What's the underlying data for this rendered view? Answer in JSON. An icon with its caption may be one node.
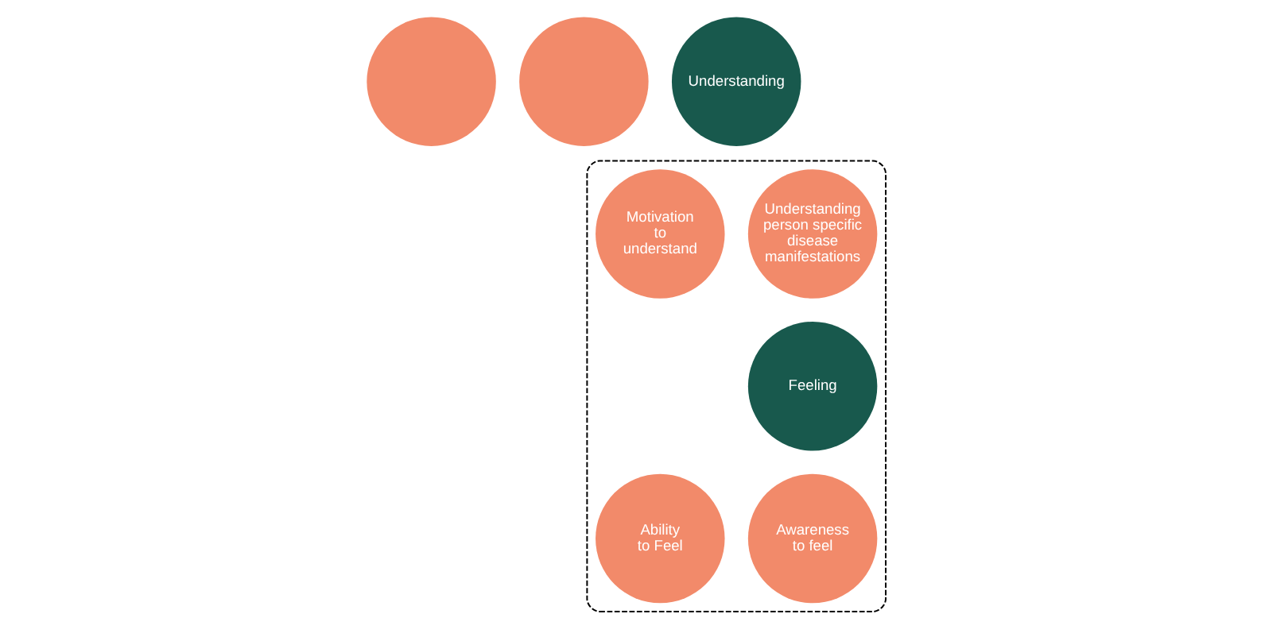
{
  "diagram": {
    "nodes": [
      {
        "text": [],
        "shape": "circle"
      },
      {
        "text": [],
        "shape": "circle"
      },
      {
        "text": [
          "Understanding"
        ]
      },
      {
        "text": [],
        "shape": "box"
      },
      {
        "text": [
          "Understanding person specific disease manifestations"
        ],
        "in": 3
      },
      {
        "text": [
          "Motivation to understand"
        ],
        "in": 3
      },
      {
        "text": [
          "Feeling"
        ],
        "in": 3
      },
      {
        "text": [
          "Ability to Feel"
        ],
        "in": 3
      },
      {
        "text": [
          "Awareness to feel"
        ],
        "in": 3
      }
    ]
  }
}
